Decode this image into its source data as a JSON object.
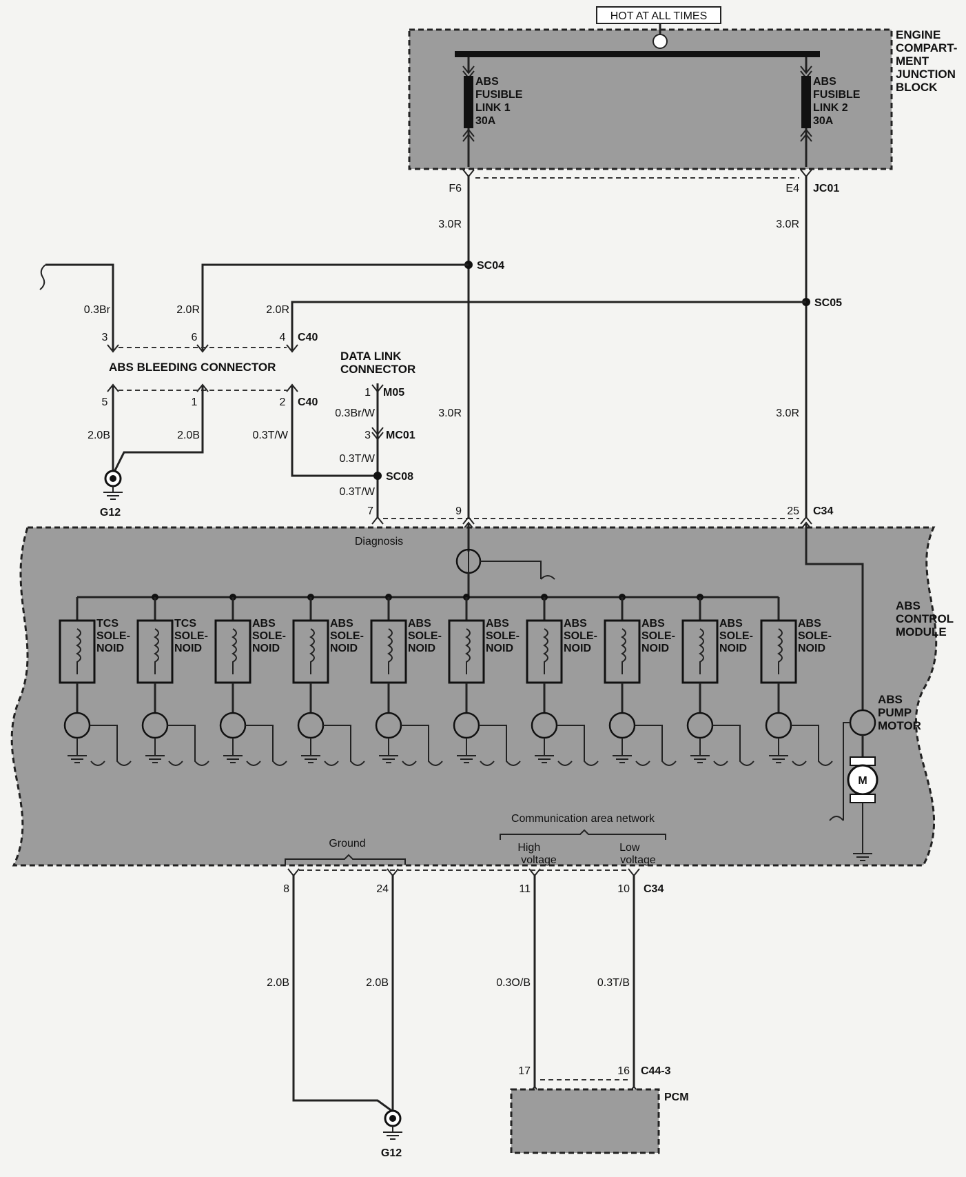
{
  "header": {
    "hot": "HOT AT ALL TIMES"
  },
  "junction_block": {
    "title": [
      "ENGINE",
      "COMPART-",
      "MENT",
      "JUNCTION",
      "BLOCK"
    ],
    "fuse1": [
      "ABS",
      "FUSIBLE",
      "LINK 1",
      "30A"
    ],
    "fuse2": [
      "ABS",
      "FUSIBLE",
      "LINK 2",
      "30A"
    ],
    "pin_f6": "F6",
    "pin_e4": "E4",
    "connector": "JC01"
  },
  "wires": {
    "w30r": "3.0R",
    "w03br": "0.3Br",
    "w20r": "2.0R",
    "w20b": "2.0B",
    "w03tw": "0.3T/W",
    "w03brw": "0.3Br/W",
    "w03ob": "0.3O/B",
    "w03tb": "0.3T/B"
  },
  "splices": {
    "sc04": "SC04",
    "sc05": "SC05",
    "sc08": "SC08"
  },
  "bleeding": {
    "title": "ABS BLEEDING CONNECTOR",
    "connector": "C40",
    "pins_top": [
      "3",
      "6",
      "4"
    ],
    "pins_bottom": [
      "5",
      "1",
      "2"
    ]
  },
  "data_link": {
    "title": [
      "DATA LINK",
      "CONNECTOR"
    ],
    "pin_m05": "1",
    "m05": "M05",
    "pin_mc01": "3",
    "mc01": "MC01"
  },
  "ground": {
    "g12": "G12"
  },
  "abs_module": {
    "title": [
      "ABS",
      "CONTROL",
      "MODULE"
    ],
    "connector": "C34",
    "pins_top": [
      "7",
      "9",
      "25"
    ],
    "diagnosis": "Diagnosis",
    "tcs_solenoid": [
      "TCS",
      "SOLE-",
      "NOID"
    ],
    "abs_solenoid": [
      "ABS",
      "SOLE-",
      "NOID"
    ],
    "pump_motor": [
      "ABS",
      "PUMP",
      "MOTOR"
    ],
    "motor": "M",
    "can": "Communication area network",
    "high": [
      "High",
      "voltage"
    ],
    "low": [
      "Low",
      "voltage"
    ],
    "ground": "Ground",
    "pins_bottom": [
      "8",
      "24",
      "11",
      "10"
    ]
  },
  "pcm": {
    "title": "PCM",
    "connector": "C44-3",
    "pin17": "17",
    "pin16": "16"
  }
}
